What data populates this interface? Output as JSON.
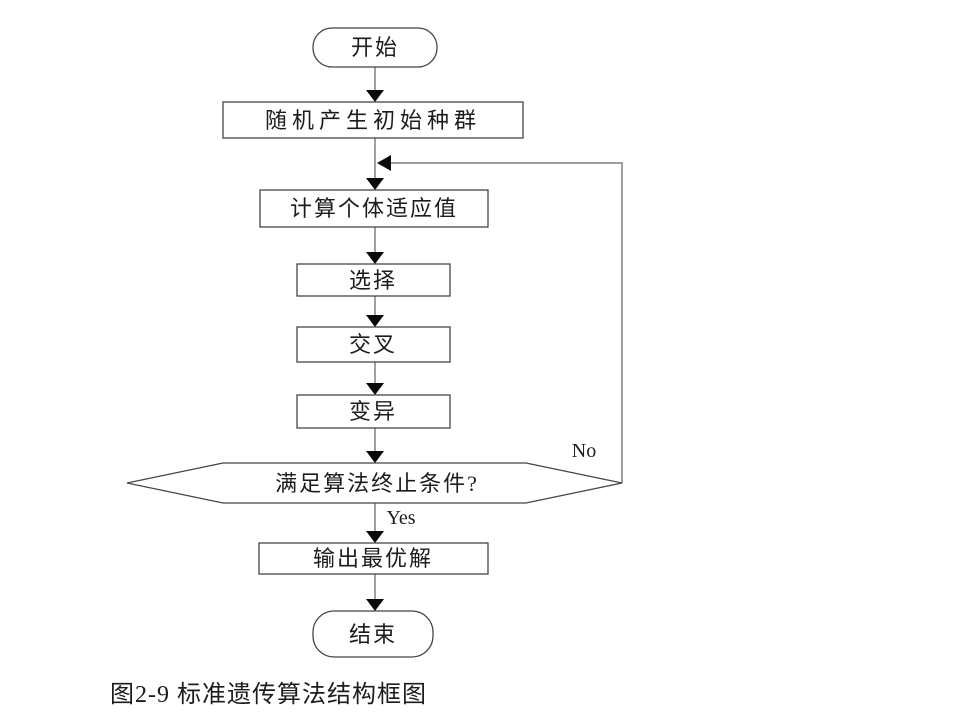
{
  "figure": {
    "caption": "图2-9 标准遗传算法结构框图"
  },
  "flowchart": {
    "nodes": [
      {
        "id": "start",
        "type": "terminator",
        "label": "开始"
      },
      {
        "id": "generate-initial-population",
        "type": "process",
        "label": "随机产生初始种群"
      },
      {
        "id": "compute-individual-fitness",
        "type": "process",
        "label": "计算个体适应值"
      },
      {
        "id": "selection",
        "type": "process",
        "label": "选择"
      },
      {
        "id": "crossover",
        "type": "process",
        "label": "交叉"
      },
      {
        "id": "mutation",
        "type": "process",
        "label": "变异"
      },
      {
        "id": "termination-check",
        "type": "decision",
        "label": "满足算法终止条件?"
      },
      {
        "id": "output-best-solution",
        "type": "process",
        "label": "输出最优解"
      },
      {
        "id": "end",
        "type": "terminator",
        "label": "结束"
      }
    ],
    "edge_labels": {
      "no": "No",
      "yes": "Yes"
    },
    "colors": {
      "background": "#ffffff",
      "border": "#454545",
      "connector": "#8f8f8f",
      "arrowhead": "#0a0a0a",
      "text": "#1c1c1c"
    }
  }
}
